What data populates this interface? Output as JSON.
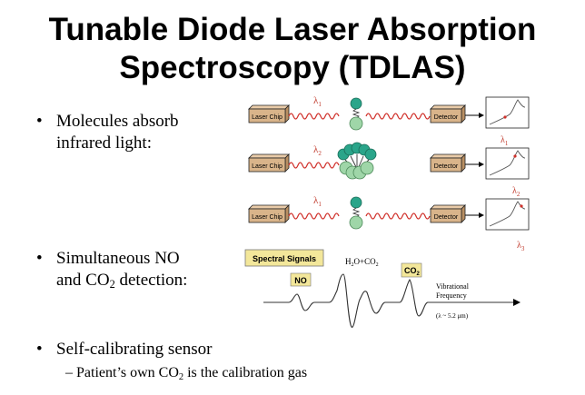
{
  "title": {
    "line1": "Tunable Diode Laser Absorption",
    "line2": "Spectroscopy (TDLAS)"
  },
  "bullets": {
    "b1_line1": "Molecules absorb",
    "b1_line2": "infrared light:",
    "b2_line1": "Simultaneous NO",
    "b2_line2_pre": "and CO",
    "b2_line2_sub": "2",
    "b2_line2_post": " detection:",
    "b3": "Self-calibrating sensor",
    "sub_pre": "– Patient’s own CO",
    "sub_sub": "2",
    "sub_post": " is the calibration gas",
    "marker": "•"
  },
  "diagram": {
    "laser_label": "Laser Chip",
    "detector_label": "Detector",
    "lambda": "λ",
    "lambda_subs": [
      "1",
      "2",
      "3"
    ]
  },
  "spectrum": {
    "box_label": "Spectral Signals",
    "no_label": "NO",
    "h2o_pre": "H",
    "h2o_sub1": "2",
    "h2o_mid": "O+CO",
    "h2o_sub2": "2",
    "co2_pre": "CO",
    "co2_sub": "2",
    "axis_line1": "Vibrational",
    "axis_line2": "Frequency",
    "wavelength": "(λ ~ 5.2 μm)"
  },
  "colors": {
    "laser_box": "#d9b48a",
    "detector_box": "#d9b48a",
    "wave": "#d0302a",
    "molecule_top": "#2aa58a",
    "molecule_bottom": "#9fd6a8",
    "label_box": "#f3e79a",
    "lambda_text": "#c0392b"
  }
}
